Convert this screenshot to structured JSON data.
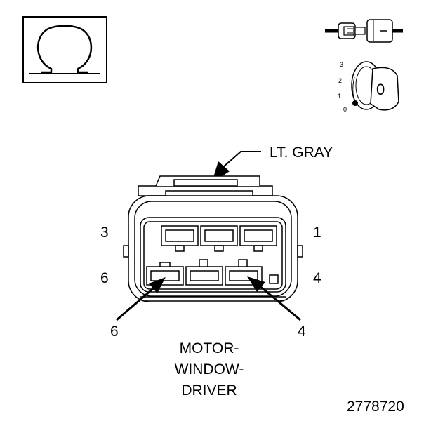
{
  "meter_icon": {
    "symbol": "Ω",
    "name": "ohmmeter-icon"
  },
  "key_switch": {
    "positions": [
      "3",
      "2",
      "1",
      "0"
    ],
    "key_label": "0"
  },
  "connector": {
    "color_label": "LT. GRAY",
    "top_cavity_left": "3",
    "top_cavity_right": "1",
    "bottom_cavity_left": "6",
    "bottom_cavity_right": "4",
    "pointer_left": "6",
    "pointer_right": "4"
  },
  "component": {
    "lines": [
      "MOTOR-",
      "WINDOW-",
      "DRIVER"
    ]
  },
  "figure_number": "2778720"
}
